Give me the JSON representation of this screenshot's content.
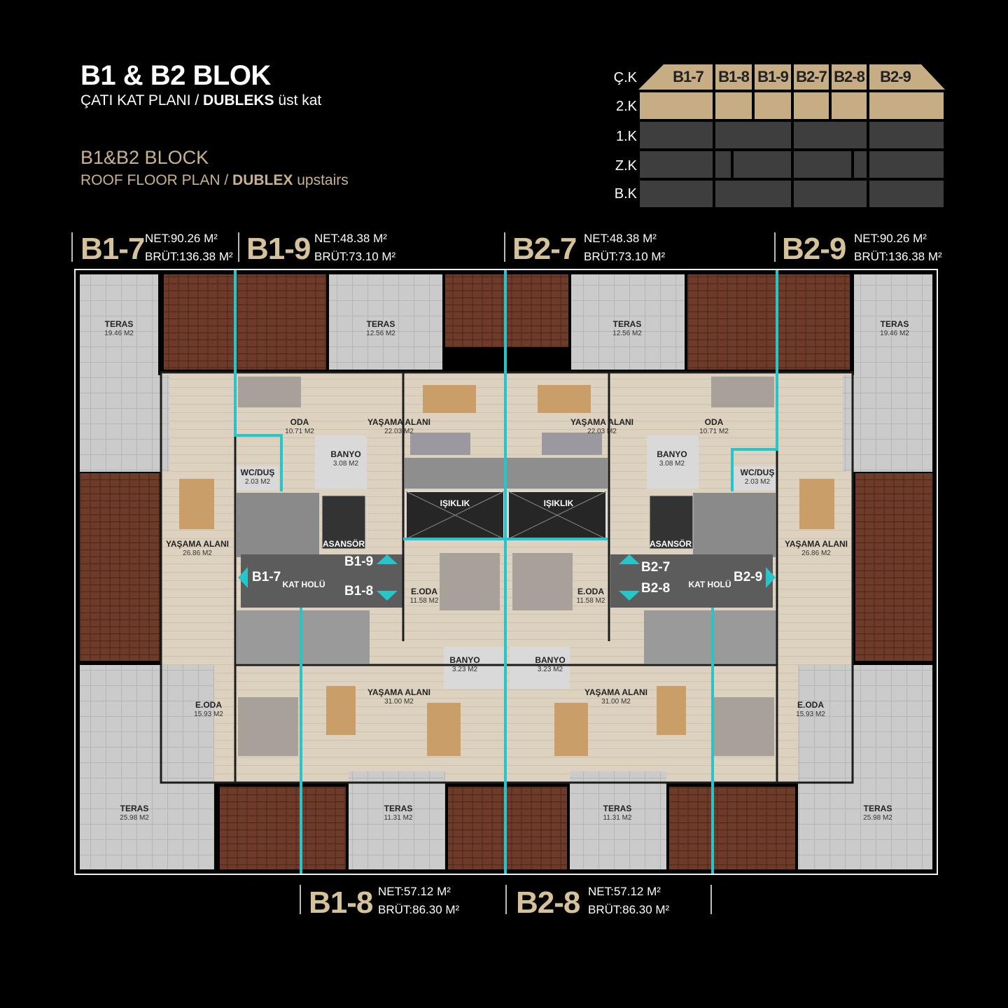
{
  "header": {
    "title": "B1 & B2 BLOK",
    "subtitle_tr_prefix": "ÇATI KAT PLANI / ",
    "subtitle_tr_bold": "DUBLEKS",
    "subtitle_tr_suffix": " üst kat",
    "title_en": "B1&B2 BLOCK",
    "subtitle_en_prefix": "ROOF FLOOR PLAN / ",
    "subtitle_en_bold": "DUBLEX",
    "subtitle_en_suffix": " upstairs"
  },
  "level_table": {
    "levels": [
      "Ç.K",
      "2.K",
      "1.K",
      "Z.K",
      "B.K"
    ],
    "units": [
      "B1-7",
      "B1-8",
      "B1-9",
      "B2-7",
      "B2-8",
      "B2-9"
    ]
  },
  "units": {
    "b1_7": {
      "code": "B1-7",
      "net": "NET:90.26 M²",
      "brut": "BRÜT:136.38 M²"
    },
    "b1_9": {
      "code": "B1-9",
      "net": "NET:48.38 M²",
      "brut": "BRÜT:73.10 M²"
    },
    "b2_7": {
      "code": "B2-7",
      "net": "NET:48.38 M²",
      "brut": "BRÜT:73.10 M²"
    },
    "b2_9": {
      "code": "B2-9",
      "net": "NET:90.26 M²",
      "brut": "BRÜT:136.38 M²"
    },
    "b1_8": {
      "code": "B1-8",
      "net": "NET:57.12 M²",
      "brut": "BRÜT:86.30 M²"
    },
    "b2_8": {
      "code": "B2-8",
      "net": "NET:57.12 M²",
      "brut": "BRÜT:86.30 M²"
    }
  },
  "rooms": [
    {
      "name": "TERAS",
      "area": "19.46 M2"
    },
    {
      "name": "TERAS",
      "area": "12.56 M2"
    },
    {
      "name": "TERAS",
      "area": "12.56 M2"
    },
    {
      "name": "TERAS",
      "area": "19.46 M2"
    },
    {
      "name": "ODA",
      "area": "10.71 M2"
    },
    {
      "name": "YAŞAMA ALANI",
      "area": "22.03 M2"
    },
    {
      "name": "YAŞAMA ALANI",
      "area": "22.03 M2"
    },
    {
      "name": "ODA",
      "area": "10.71 M2"
    },
    {
      "name": "BANYO",
      "area": "3.08 M2"
    },
    {
      "name": "BANYO",
      "area": "3.08 M2"
    },
    {
      "name": "WC/DUŞ",
      "area": "2.03 M2"
    },
    {
      "name": "WC/DUŞ",
      "area": "2.03 M2"
    },
    {
      "name": "IŞIKLIK",
      "area": ""
    },
    {
      "name": "IŞIKLIK",
      "area": ""
    },
    {
      "name": "YAŞAMA ALANI",
      "area": "26.86 M2"
    },
    {
      "name": "YAŞAMA ALANI",
      "area": "26.86 M2"
    },
    {
      "name": "ASANSÖR",
      "area": ""
    },
    {
      "name": "ASANSÖR",
      "area": ""
    },
    {
      "name": "KAT HOLÜ",
      "area": ""
    },
    {
      "name": "KAT HOLÜ",
      "area": ""
    },
    {
      "name": "E.ODA",
      "area": "11.58 M2"
    },
    {
      "name": "E.ODA",
      "area": "11.58 M2"
    },
    {
      "name": "BANYO",
      "area": "3.23 M2"
    },
    {
      "name": "BANYO",
      "area": "3.23 M2"
    },
    {
      "name": "E.ODA",
      "area": "15.93 M2"
    },
    {
      "name": "YAŞAMA ALANI",
      "area": "31.00 M2"
    },
    {
      "name": "YAŞAMA ALANI",
      "area": "31.00 M2"
    },
    {
      "name": "E.ODA",
      "area": "15.93 M2"
    },
    {
      "name": "TERAS",
      "area": "25.98 M2"
    },
    {
      "name": "TERAS",
      "area": "11.31 M2"
    },
    {
      "name": "TERAS",
      "area": "11.31 M2"
    },
    {
      "name": "TERAS",
      "area": "25.98 M2"
    }
  ],
  "plan_unit_labels": [
    "B1-9",
    "B1-7",
    "B1-8",
    "B2-7",
    "B2-8",
    "B2-9"
  ],
  "colors": {
    "gold": "#c7ad83",
    "separator": "#27c4c9",
    "dark_cell": "#3e3e3e",
    "terrace": "#c9c9c9",
    "roof_tile": "#6e3b2a",
    "floor": "#ddd2c0"
  }
}
